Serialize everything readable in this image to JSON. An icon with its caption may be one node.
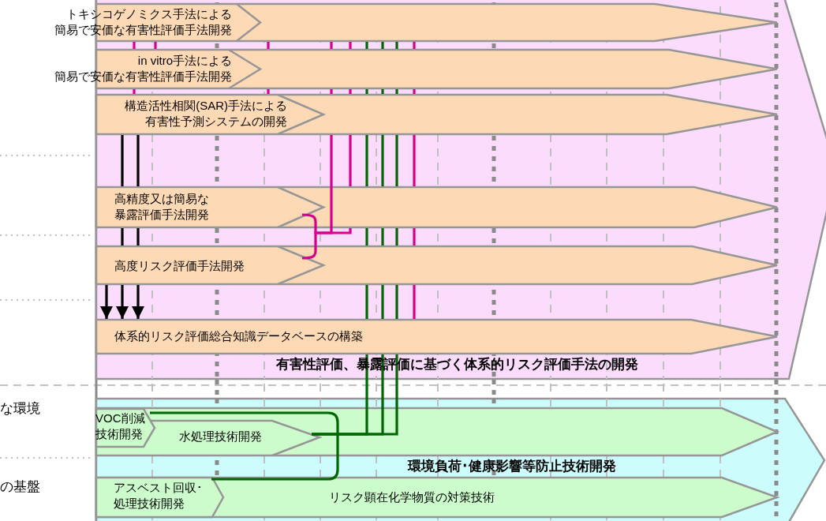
{
  "diagram": {
    "nodes": [
      {
        "text": [
          "有害性評価、暴露評価に基づく体系的リスク評価手法の開発"
        ]
      },
      {
        "text": [
          "トキシコゲノミクス手法による簡易で安価な有害性評価手法開発"
        ],
        "in": 0
      },
      {
        "text": [
          "in vitro手法による簡易で安価な有害性評価手法開発"
        ],
        "in": 0
      },
      {
        "text": [
          "構造活性相関(SAR)手法による有害性予測システムの開発"
        ],
        "in": 0
      },
      {
        "text": [
          "高精度又は簡易な暴露評価手法開発"
        ],
        "in": 0
      },
      {
        "text": [
          "高度リスク評価手法開発"
        ],
        "in": 0
      },
      {
        "text": [
          "体系的リスク評価総合知識データベースの構築"
        ],
        "in": 0
      },
      {
        "text": [
          "環境負荷･健康影響等防止技術開発"
        ]
      },
      {
        "text": [
          "水処理技術開発"
        ],
        "in": 7
      },
      {
        "text": [
          "VOC削減技術開発"
        ],
        "in": 8
      },
      {
        "text": [
          "リスク顕在化学物質の対策技術"
        ],
        "in": 7
      },
      {
        "text": [
          "アスベスト回収･処理技術開発"
        ],
        "in": 10
      }
    ],
    "edges": [
      {
        "from": 1,
        "to": 2,
        "arrow": "none",
        "color": "#d6008f"
      },
      {
        "from": 1,
        "to": 2,
        "arrow": "none",
        "color": "#d6008f"
      },
      {
        "from": 1,
        "to": 2,
        "arrow": "none",
        "color": "#d6008f"
      },
      {
        "from": 1,
        "to": 2,
        "arrow": "none",
        "color": "#d6008f"
      },
      {
        "from": 1,
        "to": 2,
        "arrow": "none",
        "color": "#d6008f"
      },
      {
        "from": 1,
        "to": 2,
        "arrow": "none",
        "color": "#006600"
      },
      {
        "from": 1,
        "to": 2,
        "arrow": "none",
        "color": "#006600"
      },
      {
        "from": 1,
        "to": 2,
        "arrow": "none",
        "color": "#006600"
      },
      {
        "from": 1,
        "to": 2,
        "arrow": "none",
        "color": "#d6008f"
      },
      {
        "from": 2,
        "to": 3,
        "arrow": "none",
        "color": "#d6008f"
      },
      {
        "from": 2,
        "to": 3,
        "arrow": "none",
        "color": "#d6008f"
      },
      {
        "from": 2,
        "to": 3,
        "arrow": "none",
        "color": "#d6008f"
      },
      {
        "from": 2,
        "to": 3,
        "arrow": "none",
        "color": "#d6008f"
      },
      {
        "from": 2,
        "to": 3,
        "arrow": "none",
        "color": "#006600"
      },
      {
        "from": 2,
        "to": 3,
        "arrow": "none",
        "color": "#006600"
      },
      {
        "from": 2,
        "to": 3,
        "arrow": "none",
        "color": "#006600"
      },
      {
        "from": 2,
        "to": 3,
        "arrow": "none",
        "color": "#d6008f"
      },
      {
        "from": 4,
        "to": 3,
        "arrow": "none",
        "color": "#d6008f"
      },
      {
        "from": 5,
        "to": 4,
        "arrow": "none",
        "color": "#d6008f"
      },
      {
        "from": 4,
        "to": 5,
        "arrow": "none",
        "color": "#d6008f"
      },
      {
        "from": 8,
        "to": 6,
        "arrow": "none",
        "color": "#006600"
      },
      {
        "from": 8,
        "to": 6,
        "arrow": "none",
        "color": "#006600"
      },
      {
        "from": 8,
        "to": 6,
        "arrow": "none",
        "color": "#006600"
      },
      {
        "from": 9,
        "to": 11,
        "arrow": "none",
        "color": "#006600"
      },
      {
        "from": 3,
        "to": 4,
        "arrow": "none",
        "color": "#000000"
      },
      {
        "from": 3,
        "to": 4,
        "arrow": "none",
        "color": "#000000"
      },
      {
        "from": 4,
        "to": 5,
        "arrow": "none",
        "color": "#000000"
      },
      {
        "from": 4,
        "to": 5,
        "arrow": "none",
        "color": "#000000"
      },
      {
        "from": 5,
        "to": 6,
        "arrow": "to",
        "color": "#000000"
      },
      {
        "from": 5,
        "to": 6,
        "arrow": "to",
        "color": "#000000"
      },
      {
        "from": 5,
        "to": 6,
        "arrow": "to",
        "color": "#000000"
      },
      {
        "from": 4,
        "to": 3,
        "arrow": "none",
        "color": "#d6008f"
      },
      {
        "from": 3,
        "to": 4,
        "arrow": "none",
        "color": "#d6008f"
      },
      {
        "from": 4,
        "to": 3,
        "arrow": "none",
        "color": "#006600"
      },
      {
        "from": 4,
        "to": 3,
        "arrow": "none",
        "color": "#006600"
      },
      {
        "from": 4,
        "to": 3,
        "arrow": "none",
        "color": "#006600"
      },
      {
        "from": 5,
        "to": 6,
        "arrow": "none",
        "color": "#d6008f"
      },
      {
        "from": 6,
        "to": 5,
        "arrow": "none",
        "color": "#006600"
      },
      {
        "from": 6,
        "to": 5,
        "arrow": "none",
        "color": "#006600"
      },
      {
        "from": 6,
        "to": 5,
        "arrow": "none",
        "color": "#006600"
      },
      {
        "from": 5,
        "to": 4,
        "arrow": "none",
        "color": "#006600"
      },
      {
        "from": 5,
        "to": 4,
        "arrow": "none",
        "color": "#006600"
      },
      {
        "from": 5,
        "to": 4,
        "arrow": "none",
        "color": "#006600"
      }
    ],
    "labels": [
      "な環境",
      "の基盤"
    ]
  }
}
